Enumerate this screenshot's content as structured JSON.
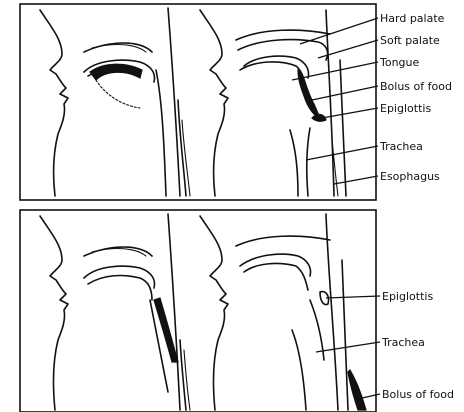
{
  "panels": {
    "top": {
      "labels": [
        "Hard palate",
        "Soft palate",
        "Tongue",
        "Bolus of food",
        "Epiglottis",
        "Trachea",
        "Esophagus"
      ]
    },
    "bottom": {
      "labels": [
        "Epiglottis",
        "Trachea",
        "Bolus of food"
      ]
    }
  }
}
